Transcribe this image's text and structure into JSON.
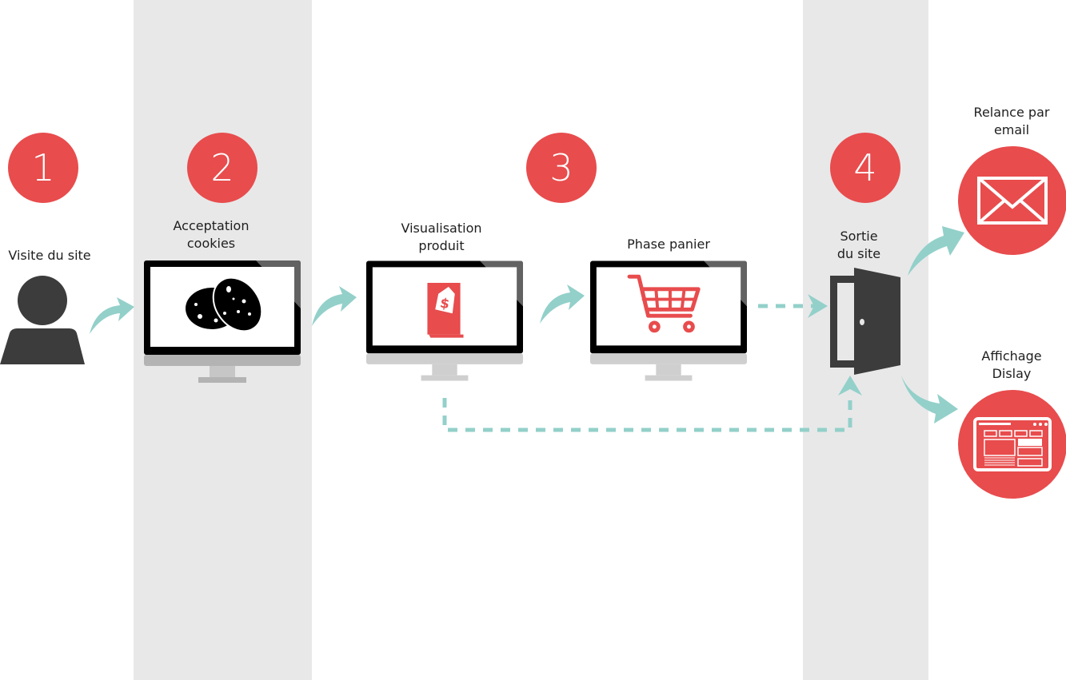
{
  "diagram": {
    "title": "Parcours visiteur et reciblage",
    "colors": {
      "accent_red": "#e84c4d",
      "arrow_teal": "#93d0ca",
      "band_grey": "#e8e8e8",
      "dark_icon": "#3c3c3c"
    },
    "steps": [
      {
        "number": "1",
        "label": "Visite du site",
        "icon": "user-icon"
      },
      {
        "number": "2",
        "label": "Acceptation\ncookies",
        "icon": "cookies-icon"
      },
      {
        "number": "3",
        "label": "Visualisation\nproduit",
        "icon": "price-tag-book-icon"
      },
      {
        "number": "3",
        "label": "Phase panier",
        "icon": "shopping-cart-icon"
      },
      {
        "number": "4",
        "label": "Sortie\ndu site",
        "icon": "open-door-icon"
      }
    ],
    "badges": [
      "1",
      "2",
      "3",
      "4"
    ],
    "channels": [
      {
        "label": "Relance par\nemail",
        "icon": "envelope-icon"
      },
      {
        "label": "Affichage\nDislay",
        "icon": "web-display-icon"
      }
    ],
    "connections": [
      {
        "from": "Visite du site",
        "to": "Acceptation cookies",
        "style": "curved"
      },
      {
        "from": "Acceptation cookies",
        "to": "Visualisation produit",
        "style": "curved"
      },
      {
        "from": "Visualisation produit",
        "to": "Phase panier",
        "style": "curved"
      },
      {
        "from": "Phase panier",
        "to": "Sortie du site",
        "style": "dashed"
      },
      {
        "from": "Visualisation produit",
        "to": "Sortie du site",
        "style": "dashed"
      },
      {
        "from": "Sortie du site",
        "to": "Relance par email",
        "style": "curved"
      },
      {
        "from": "Sortie du site",
        "to": "Affichage Dislay",
        "style": "curved"
      }
    ]
  }
}
